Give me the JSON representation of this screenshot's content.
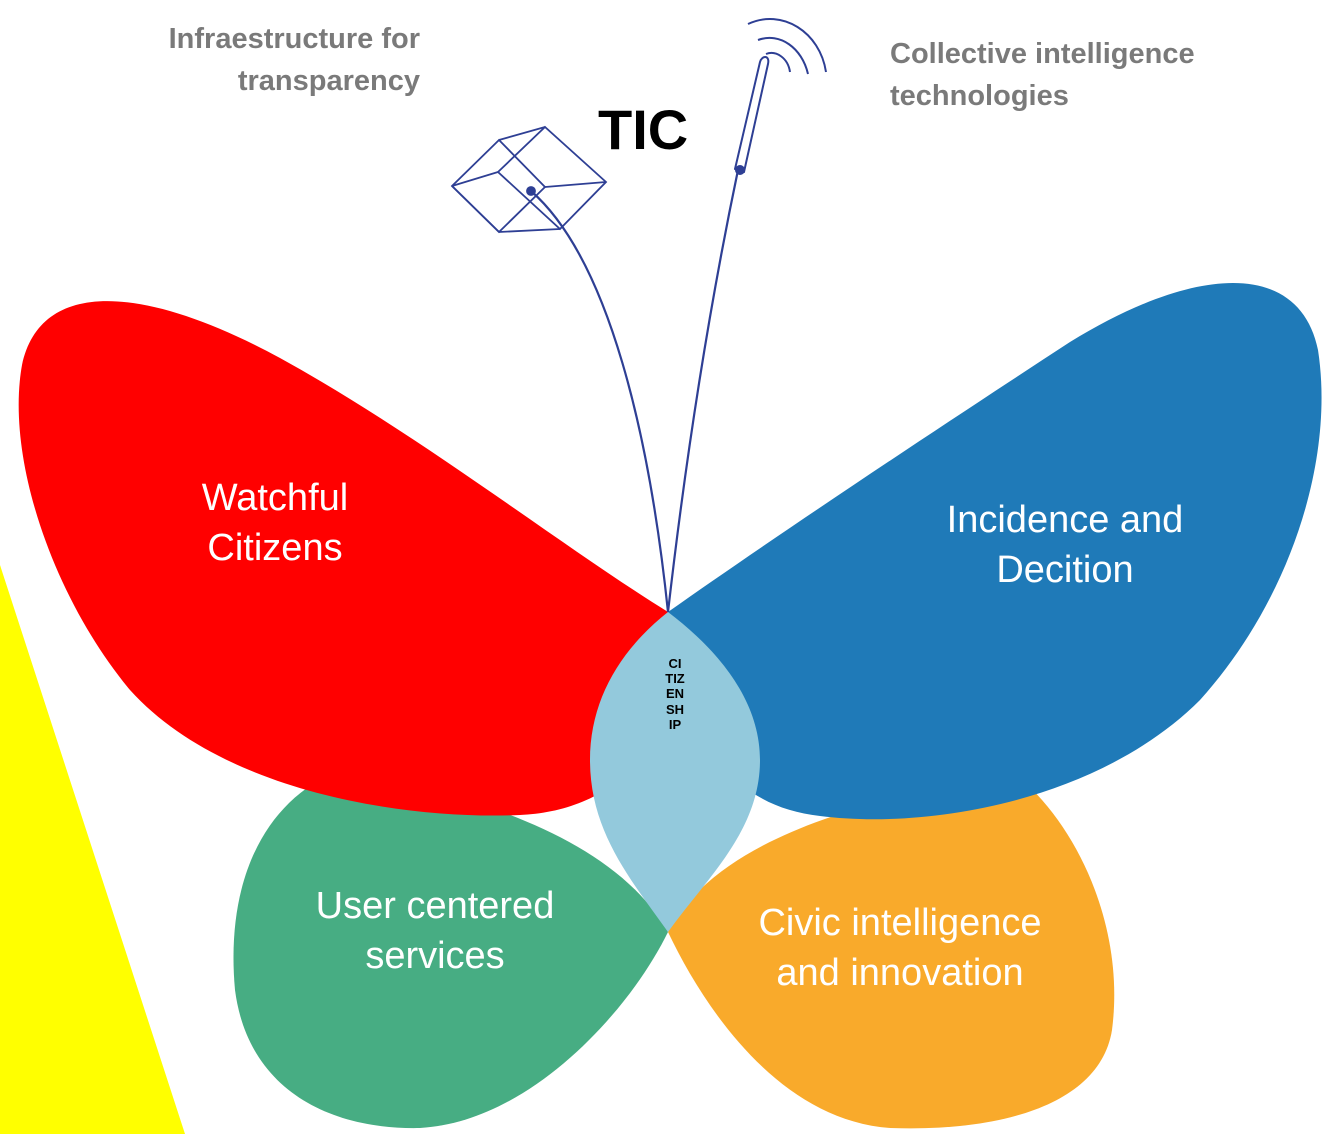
{
  "captions": {
    "infra_line1": "Infraestructure for",
    "infra_line2": "transparency",
    "collective_line1": "Collective intelligence",
    "collective_line2": "technologies",
    "tic": "TIC"
  },
  "wings": {
    "top_left": {
      "line1": "Watchful",
      "line2": "Citizens"
    },
    "top_right": {
      "line1": "Incidence and",
      "line2": "Decition"
    },
    "bottom_left": {
      "line1": "User centered",
      "line2": "services"
    },
    "bottom_right": {
      "line1": "Civic intelligence",
      "line2": "and innovation"
    }
  },
  "body": {
    "word": "CITIZENSHIP"
  },
  "icons": [
    "cube-icon",
    "antenna-icon"
  ],
  "colors": {
    "wing_top_left": "#ff0000",
    "wing_top_right": "#1f7ab8",
    "wing_bottom_left": "#47ad83",
    "wing_bottom_right": "#f9aa2b",
    "body": "#93c9dc",
    "accent_yellow": "#ffff00",
    "antenna_stroke": "#2e3f94"
  }
}
